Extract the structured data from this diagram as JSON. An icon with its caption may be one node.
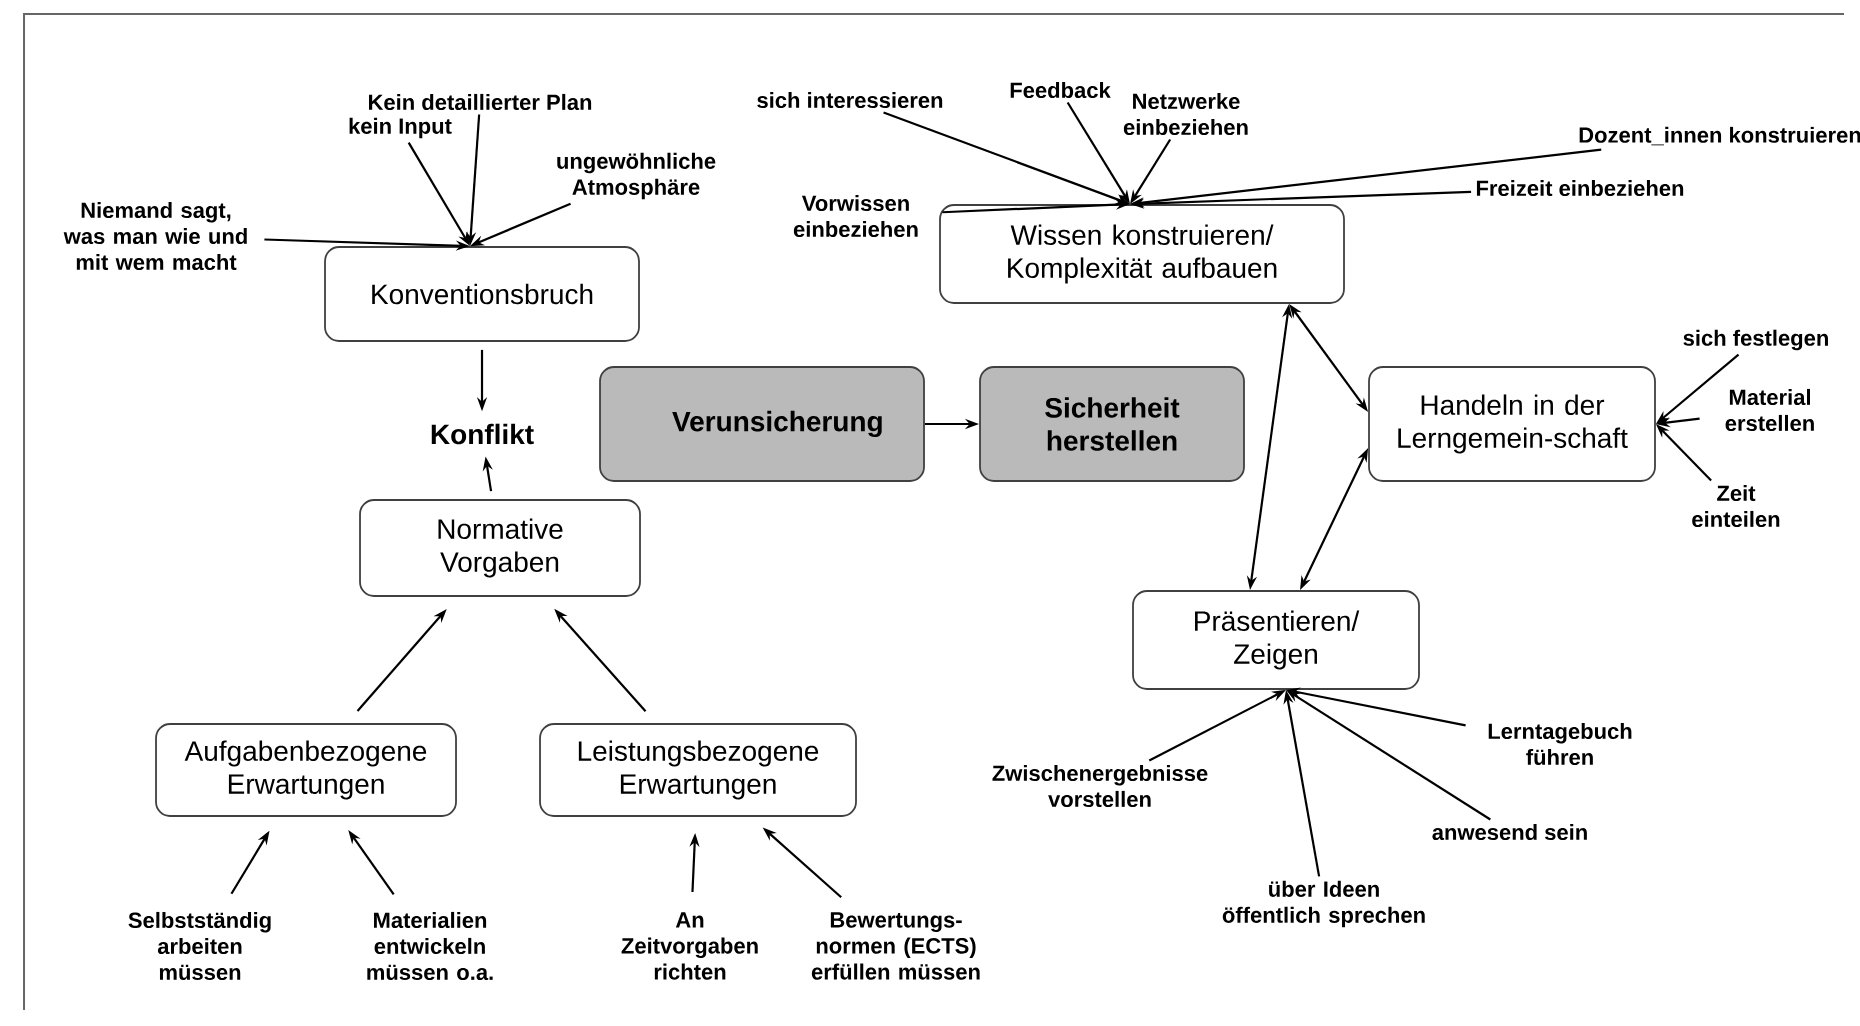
{
  "diagram": {
    "nodes": [
      {
        "text": [
          "Niemand sagt, was man wie und mit wem macht"
        ]
      },
      {
        "text": [
          "kein Input"
        ]
      },
      {
        "text": [
          "Kein detaillierter Plan"
        ]
      },
      {
        "text": [
          "ungewöhnliche Atmosphäre"
        ]
      },
      {
        "text": [
          "Konventionsbruch"
        ]
      },
      {
        "text": [
          "Konflikt"
        ]
      },
      {
        "text": [
          "Verunsicherung"
        ]
      },
      {
        "text": [
          "Normative Vorgaben"
        ]
      },
      {
        "text": [
          "Aufgabenbezogene Erwartungen"
        ]
      },
      {
        "text": [
          "Leistungsbezogene Erwartungen"
        ]
      },
      {
        "text": [
          "Selbstständig arbeiten müssen"
        ]
      },
      {
        "text": [
          "Materialien entwickeln müssen o.a."
        ]
      },
      {
        "text": [
          "An Zeitvorgaben richten"
        ]
      },
      {
        "text": [
          "Bewertungs-normen (ECTS) erfüllen müssen"
        ]
      },
      {
        "text": [
          "sich interessieren"
        ]
      },
      {
        "text": [
          "Feedback"
        ]
      },
      {
        "text": [
          "Netzwerke einbeziehen"
        ]
      },
      {
        "text": [
          "Dozent_innen konstruieren"
        ]
      },
      {
        "text": [
          "Freizeit einbeziehen"
        ]
      },
      {
        "text": [
          "Vorwissen einbeziehen"
        ]
      },
      {
        "text": [
          "Wissen konstruieren/ Komplexität aufbauen"
        ]
      },
      {
        "text": [
          "Sicherheit herstellen"
        ]
      },
      {
        "text": [
          "Handeln in der Lerngemein-schaft"
        ]
      },
      {
        "text": [
          "sich festlegen"
        ]
      },
      {
        "text": [
          "Material erstellen"
        ]
      },
      {
        "text": [
          "Zeit einteilen"
        ]
      },
      {
        "text": [
          "Präsentieren/ Zeigen"
        ]
      },
      {
        "text": [
          "Zwischenergebnisse vorstellen"
        ]
      },
      {
        "text": [
          "über Ideen öffentlich sprechen"
        ]
      },
      {
        "text": [
          "anwesend sein"
        ]
      },
      {
        "text": [
          "Lerntagebuch führen"
        ]
      }
    ],
    "edges": [
      {
        "from": 0,
        "to": 4,
        "arrow": "to"
      },
      {
        "from": 1,
        "to": 4,
        "arrow": "to"
      },
      {
        "from": 2,
        "to": 4,
        "arrow": "to"
      },
      {
        "from": 3,
        "to": 4,
        "arrow": "to"
      },
      {
        "from": 4,
        "to": 5,
        "arrow": "to"
      },
      {
        "from": 7,
        "to": 5,
        "arrow": "to"
      },
      {
        "from": 8,
        "to": 7,
        "arrow": "to"
      },
      {
        "from": 9,
        "to": 7,
        "arrow": "to"
      },
      {
        "from": 10,
        "to": 8,
        "arrow": "to"
      },
      {
        "from": 11,
        "to": 8,
        "arrow": "to"
      },
      {
        "from": 12,
        "to": 9,
        "arrow": "to"
      },
      {
        "from": 13,
        "to": 9,
        "arrow": "to"
      },
      {
        "from": 6,
        "to": 21,
        "arrow": "to"
      },
      {
        "from": 14,
        "to": 20,
        "arrow": "to"
      },
      {
        "from": 15,
        "to": 20,
        "arrow": "to"
      },
      {
        "from": 16,
        "to": 20,
        "arrow": "to"
      },
      {
        "from": 17,
        "to": 20,
        "arrow": "to"
      },
      {
        "from": 18,
        "to": 20,
        "arrow": "to"
      },
      {
        "from": 19,
        "to": 20,
        "arrow": "to"
      },
      {
        "from": 20,
        "to": 22,
        "arrow": "both"
      },
      {
        "from": 20,
        "to": 26,
        "arrow": "both"
      },
      {
        "from": 26,
        "to": 22,
        "arrow": "both"
      },
      {
        "from": 23,
        "to": 22,
        "arrow": "to"
      },
      {
        "from": 24,
        "to": 22,
        "arrow": "to"
      },
      {
        "from": 25,
        "to": 22,
        "arrow": "to"
      },
      {
        "from": 27,
        "to": 26,
        "arrow": "to"
      },
      {
        "from": 28,
        "to": 26,
        "arrow": "to"
      },
      {
        "from": 29,
        "to": 26,
        "arrow": "to"
      },
      {
        "from": 30,
        "to": 26,
        "arrow": "to"
      }
    ]
  }
}
